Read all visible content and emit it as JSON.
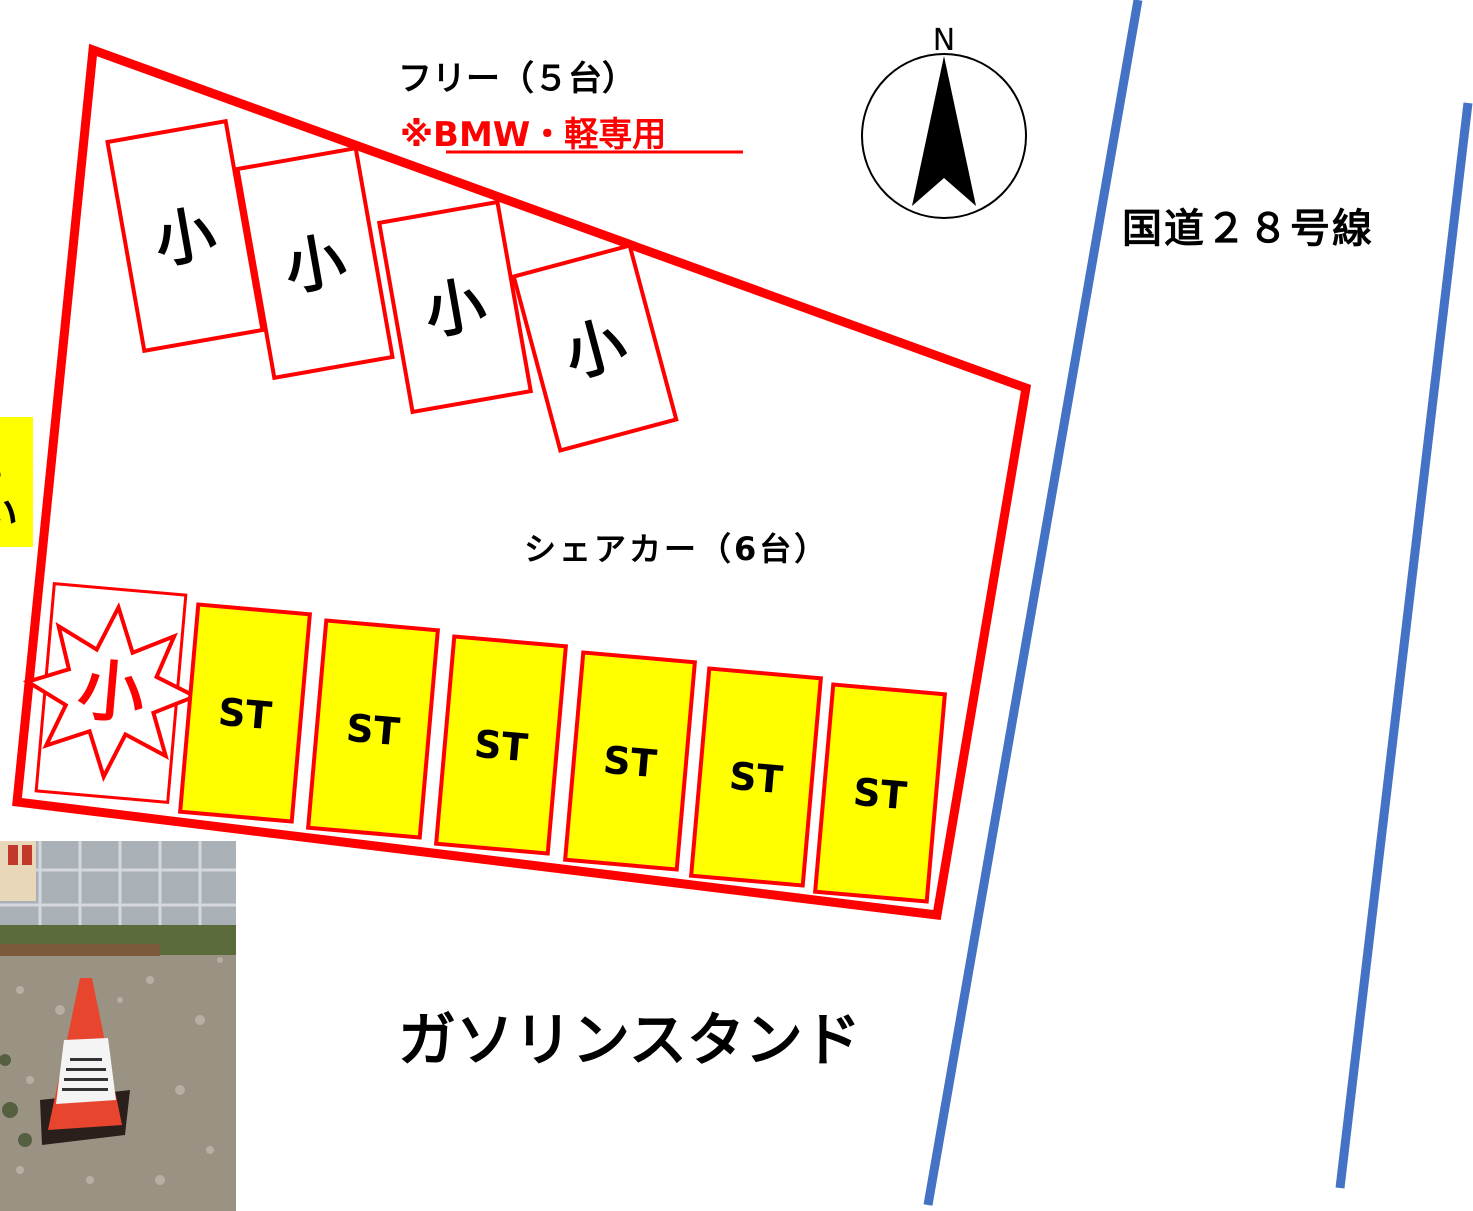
{
  "free_area": {
    "title": "フリー（５台）",
    "note": "※BMW・軽専用",
    "spaces": [
      {
        "label": "小"
      },
      {
        "label": "小"
      },
      {
        "label": "小"
      },
      {
        "label": "小"
      }
    ]
  },
  "share_car_area": {
    "title": "シェアカー（6台）",
    "reserved_label": "小",
    "spaces": [
      {
        "label": "ST"
      },
      {
        "label": "ST"
      },
      {
        "label": "ST"
      },
      {
        "label": "ST"
      },
      {
        "label": "ST"
      },
      {
        "label": "ST"
      }
    ]
  },
  "compass": {
    "north_label": "N"
  },
  "road": {
    "name": "国道２８号線"
  },
  "gas_station": {
    "label": "ガソリンスタンド"
  },
  "left_note": {
    "line1": "。",
    "line2": "い"
  },
  "photo": {
    "description_icon": "traffic-cone-photo"
  },
  "colors": {
    "lot_outline": "#ff0000",
    "share_space_fill": "#ffff00",
    "road_line": "#4472c4",
    "note_highlight": "#ffff00"
  }
}
